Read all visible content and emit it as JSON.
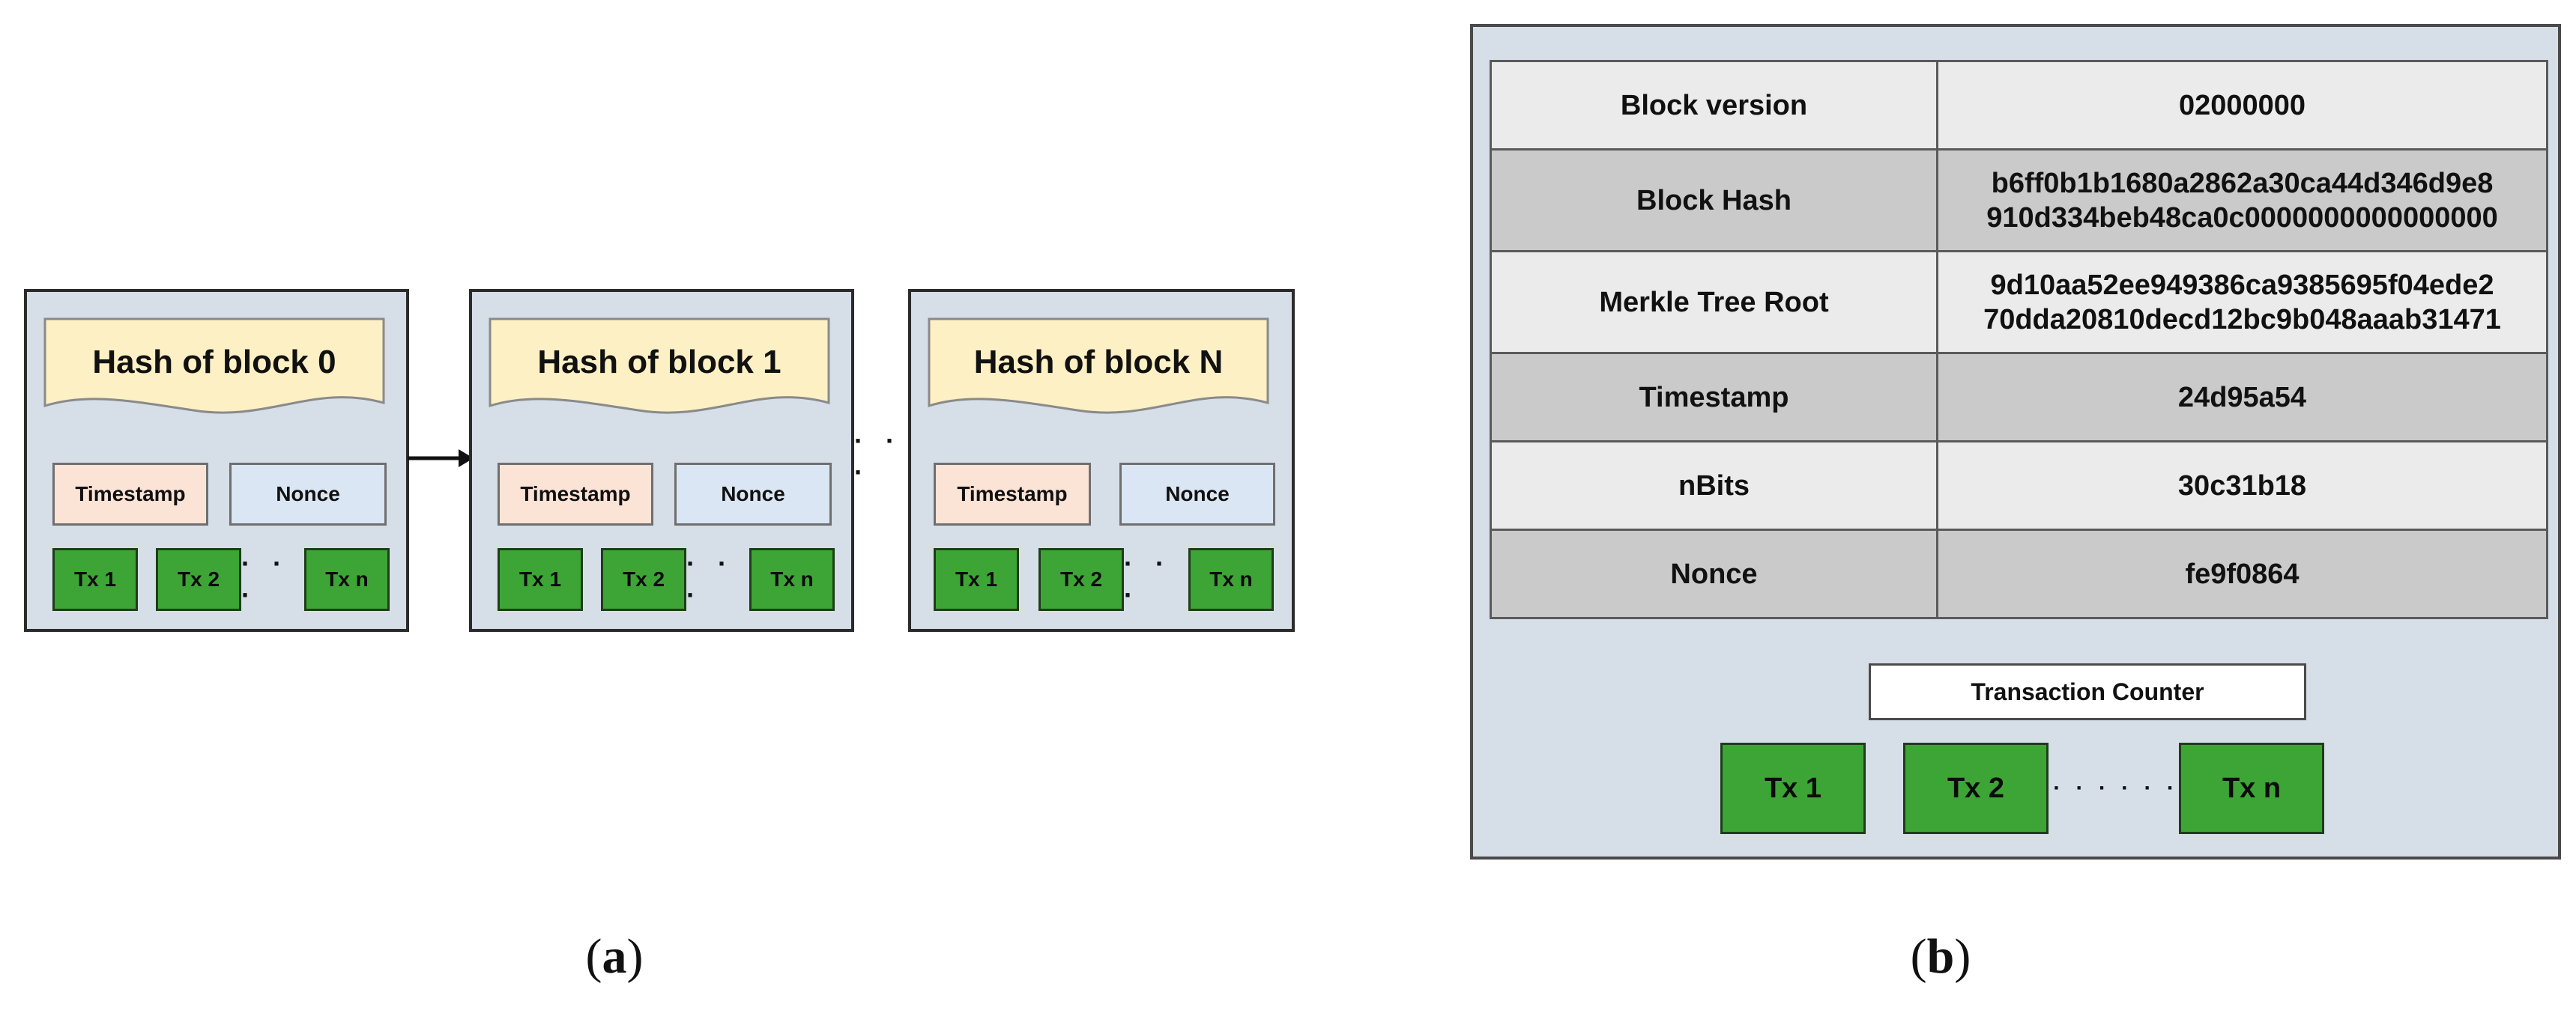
{
  "panel_a": {
    "blocks": [
      {
        "hash": "Hash of block 0",
        "timestamp": "Timestamp",
        "nonce": "Nonce",
        "tx1": "Tx 1",
        "tx2": "Tx 2",
        "txn": "Tx n"
      },
      {
        "hash": "Hash of block 1",
        "timestamp": "Timestamp",
        "nonce": "Nonce",
        "tx1": "Tx 1",
        "tx2": "Tx 2",
        "txn": "Tx n"
      },
      {
        "hash": "Hash of block N",
        "timestamp": "Timestamp",
        "nonce": "Nonce",
        "tx1": "Tx 1",
        "tx2": "Tx 2",
        "txn": "Tx n"
      }
    ],
    "tx_ellipsis": "· · ·",
    "chain_ellipsis": "· · ·",
    "caption_open": "(",
    "caption_letter": "a",
    "caption_close": ")"
  },
  "panel_b": {
    "rows": [
      {
        "field": "Block version",
        "value_line1": "02000000",
        "value_line2": ""
      },
      {
        "field": "Block Hash",
        "value_line1": "b6ff0b1b1680a2862a30ca44d346d9e8",
        "value_line2": "910d334beb48ca0c0000000000000000"
      },
      {
        "field": "Merkle Tree Root",
        "value_line1": "9d10aa52ee949386ca9385695f04ede2",
        "value_line2": "70dda20810decd12bc9b048aaab31471"
      },
      {
        "field": "Timestamp",
        "value_line1": "24d95a54",
        "value_line2": ""
      },
      {
        "field": "nBits",
        "value_line1": "30c31b18",
        "value_line2": ""
      },
      {
        "field": "Nonce",
        "value_line1": "fe9f0864",
        "value_line2": ""
      }
    ],
    "transaction_counter": "Transaction Counter",
    "tx1": "Tx 1",
    "tx2": "Tx 2",
    "txn": "Tx n",
    "tx_ellipsis": "· · · · · ·",
    "caption_open": "(",
    "caption_letter": "b",
    "caption_close": ")"
  },
  "colors": {
    "block_fill": "#d6dee8",
    "hash_fill": "#fdf0c4",
    "timestamp_fill": "#fbe3d6",
    "nonce_fill": "#dae6f3",
    "tx_fill": "#3da535",
    "row_light": "#ebebeb",
    "row_dark": "#cacaca"
  },
  "icons": [
    "right-arrow-icon"
  ]
}
